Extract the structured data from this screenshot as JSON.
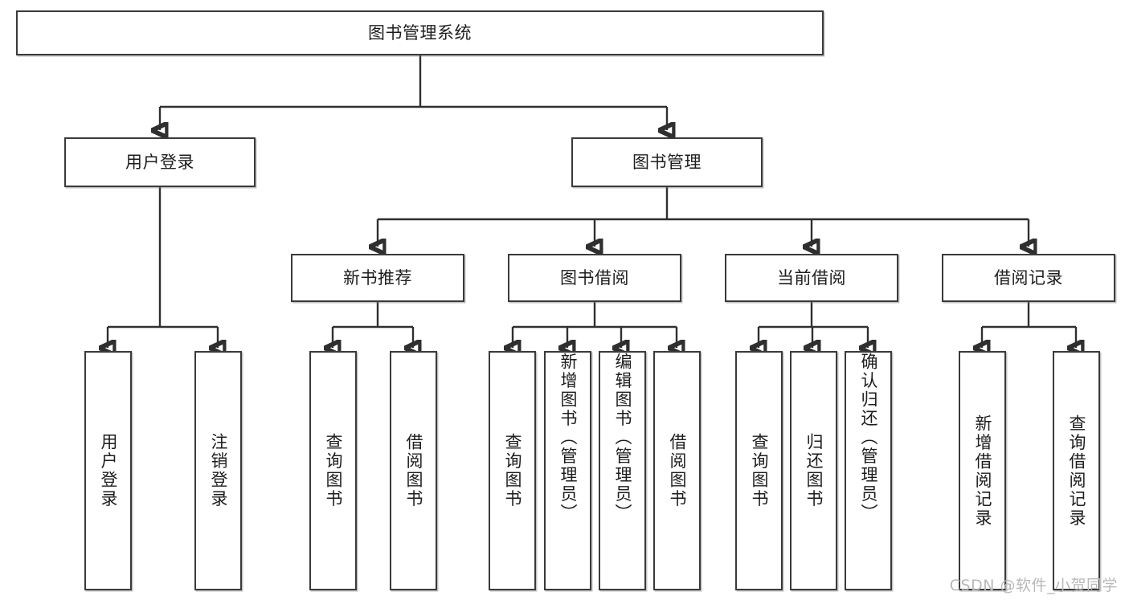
{
  "diagram": {
    "type": "tree-hierarchy-chart",
    "title": "图书管理系统",
    "watermark": "CSDN @软件_小贺同学",
    "colors": {
      "box_border": "#3a3a3a",
      "box_fill": "#ffffff",
      "connector": "#2f2f2f",
      "text": "#1d1d1d",
      "watermark": "#b9b9b9"
    },
    "levels": {
      "root": {
        "label": "图书管理系统"
      },
      "level2": [
        {
          "label": "用户登录"
        },
        {
          "label": "图书管理"
        }
      ],
      "level3": [
        {
          "label": "新书推荐"
        },
        {
          "label": "图书借阅"
        },
        {
          "label": "当前借阅"
        },
        {
          "label": "借阅记录"
        }
      ],
      "leaves": [
        {
          "label": "用户登录",
          "parent": "用户登录"
        },
        {
          "label": "注销登录",
          "parent": "用户登录"
        },
        {
          "label": "查询图书",
          "parent": "新书推荐"
        },
        {
          "label": "借阅图书",
          "parent": "新书推荐"
        },
        {
          "label": "查询图书",
          "parent": "图书借阅"
        },
        {
          "label": "新增图书（管理员）",
          "parent": "图书借阅"
        },
        {
          "label": "编辑图书（管理员）",
          "parent": "图书借阅"
        },
        {
          "label": "借阅图书",
          "parent": "图书借阅"
        },
        {
          "label": "查询图书",
          "parent": "当前借阅"
        },
        {
          "label": "归还图书",
          "parent": "当前借阅"
        },
        {
          "label": "确认归还（管理员）",
          "parent": "当前借阅"
        },
        {
          "label": "新增借阅记录",
          "parent": "借阅记录"
        },
        {
          "label": "查询借阅记录",
          "parent": "借阅记录"
        }
      ]
    }
  }
}
